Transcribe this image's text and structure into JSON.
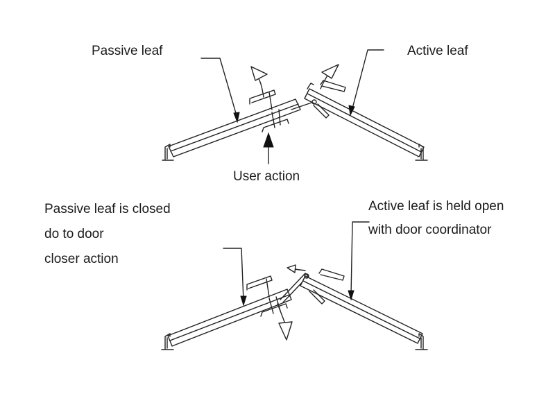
{
  "labels": {
    "top_passive": "Passive leaf",
    "top_active": "Active leaf",
    "user_action": "User action",
    "bottom_passive_lines": [
      "Passive leaf is closed",
      "do to door",
      "closer action"
    ],
    "bottom_active_lines": [
      "Active leaf is held open",
      "with door coordinator"
    ]
  }
}
